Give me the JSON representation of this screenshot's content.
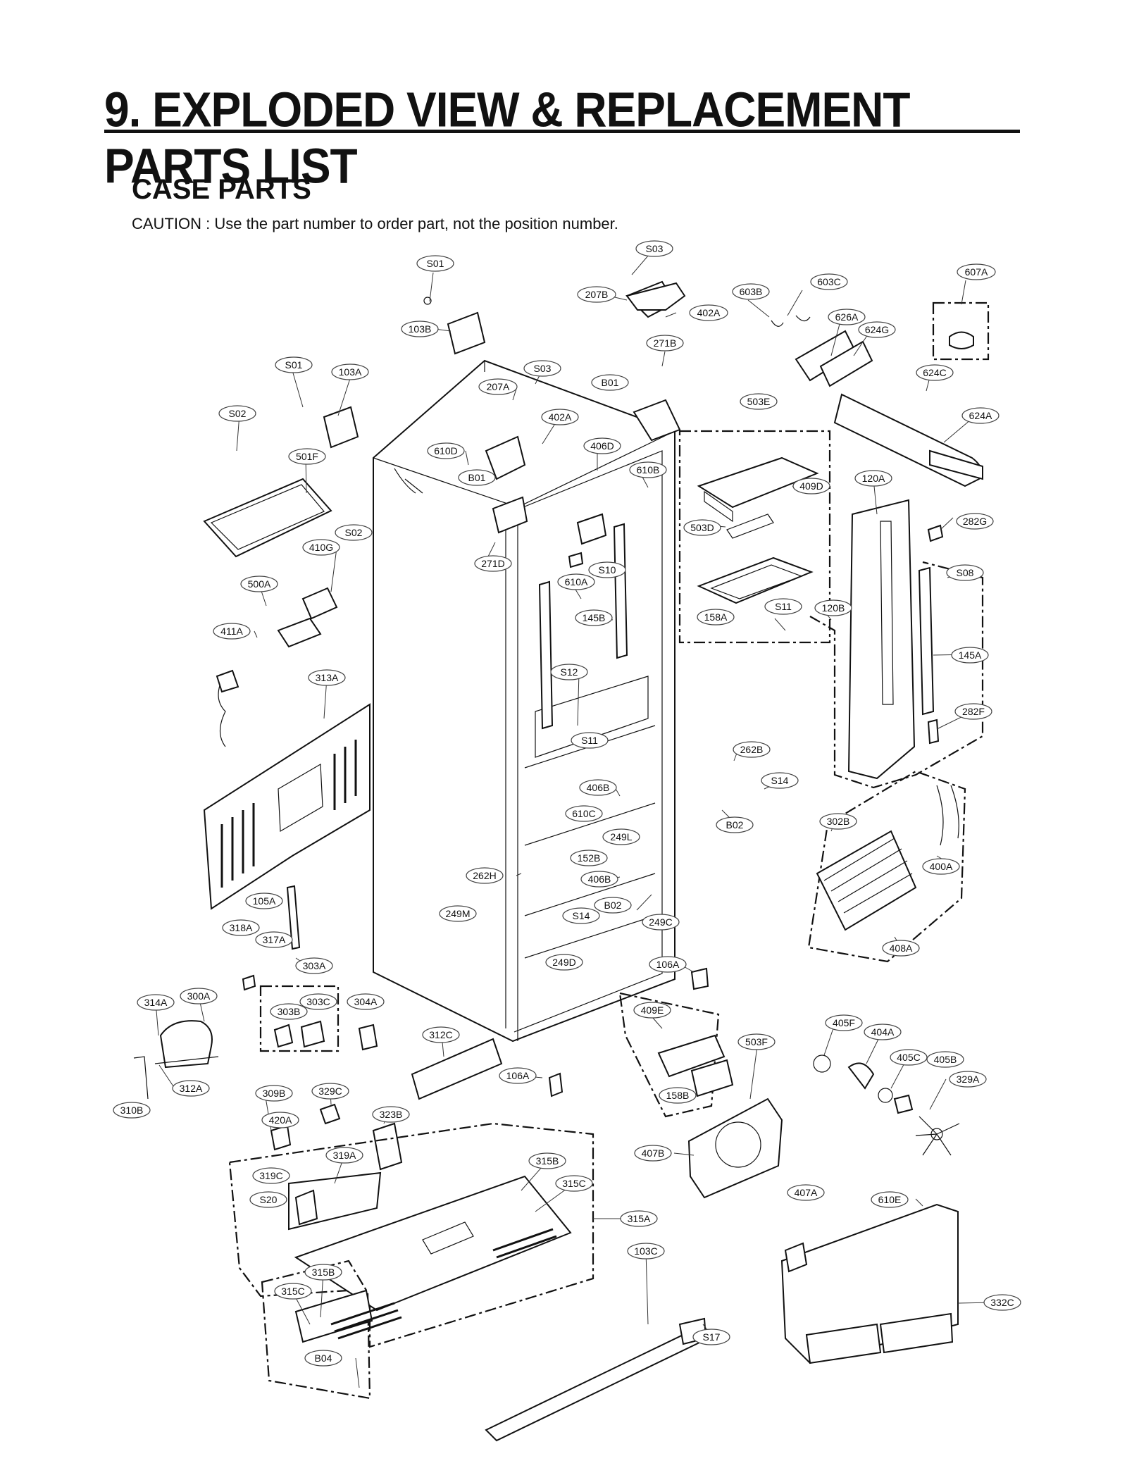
{
  "page": {
    "title": "9. EXPLODED VIEW & REPLACEMENT PARTS LIST",
    "section": "CASE PARTS",
    "caution": "CAUTION : Use the part number to order part, not the position number."
  },
  "callouts": {
    "S03_top": "S03",
    "S01_top": "S01",
    "607A": "607A",
    "207B": "207B",
    "603B": "603B",
    "603C": "603C",
    "402A_top": "402A",
    "626A": "626A",
    "624G": "624G",
    "103B": "103B",
    "271B": "271B",
    "S01": "S01",
    "103A": "103A",
    "S03": "S03",
    "207A": "207A",
    "B01_top": "B01",
    "624C": "624C",
    "S02_top": "S02",
    "402A": "402A",
    "503E": "503E",
    "624A": "624A",
    "501F": "501F",
    "610D": "610D",
    "406D": "406D",
    "610B": "610B",
    "B01": "B01",
    "409D": "409D",
    "120A": "120A",
    "503D": "503D",
    "282G": "282G",
    "S02": "S02",
    "410G": "410G",
    "271D": "271D",
    "S10": "S10",
    "S08": "S08",
    "500A": "500A",
    "610A": "610A",
    "S11_right": "S11",
    "120B": "120B",
    "145B": "145B",
    "158A": "158A",
    "411A": "411A",
    "145A": "145A",
    "313A": "313A",
    "S12": "S12",
    "282F": "282F",
    "S11": "S11",
    "262B": "262B",
    "S14_right": "S14",
    "406B_top": "406B",
    "610C": "610C",
    "B02_right": "B02",
    "302B": "302B",
    "249L": "249L",
    "152B": "152B",
    "400A": "400A",
    "262H": "262H",
    "406B": "406B",
    "105A": "105A",
    "249M": "249M",
    "S14": "S14",
    "B02": "B02",
    "249C": "249C",
    "318A": "318A",
    "317A": "317A",
    "408A": "408A",
    "249D": "249D",
    "106A_top": "106A",
    "303A": "303A",
    "300A": "300A",
    "303C": "303C",
    "314A": "314A",
    "303B": "303B",
    "304A": "304A",
    "409E": "409E",
    "405F": "405F",
    "404A": "404A",
    "312C": "312C",
    "503F": "503F",
    "405C": "405C",
    "405B": "405B",
    "106A": "106A",
    "329A": "329A",
    "312A": "312A",
    "309B": "309B",
    "329C": "329C",
    "158B": "158B",
    "310B": "310B",
    "420A": "420A",
    "323B": "323B",
    "407B": "407B",
    "319A": "319A",
    "315B_top": "315B",
    "319C": "319C",
    "315C_top": "315C",
    "407A": "407A",
    "610E": "610E",
    "S20": "S20",
    "315A": "315A",
    "103C": "103C",
    "315B": "315B",
    "315C": "315C",
    "332C": "332C",
    "S17": "S17",
    "B04": "B04"
  }
}
